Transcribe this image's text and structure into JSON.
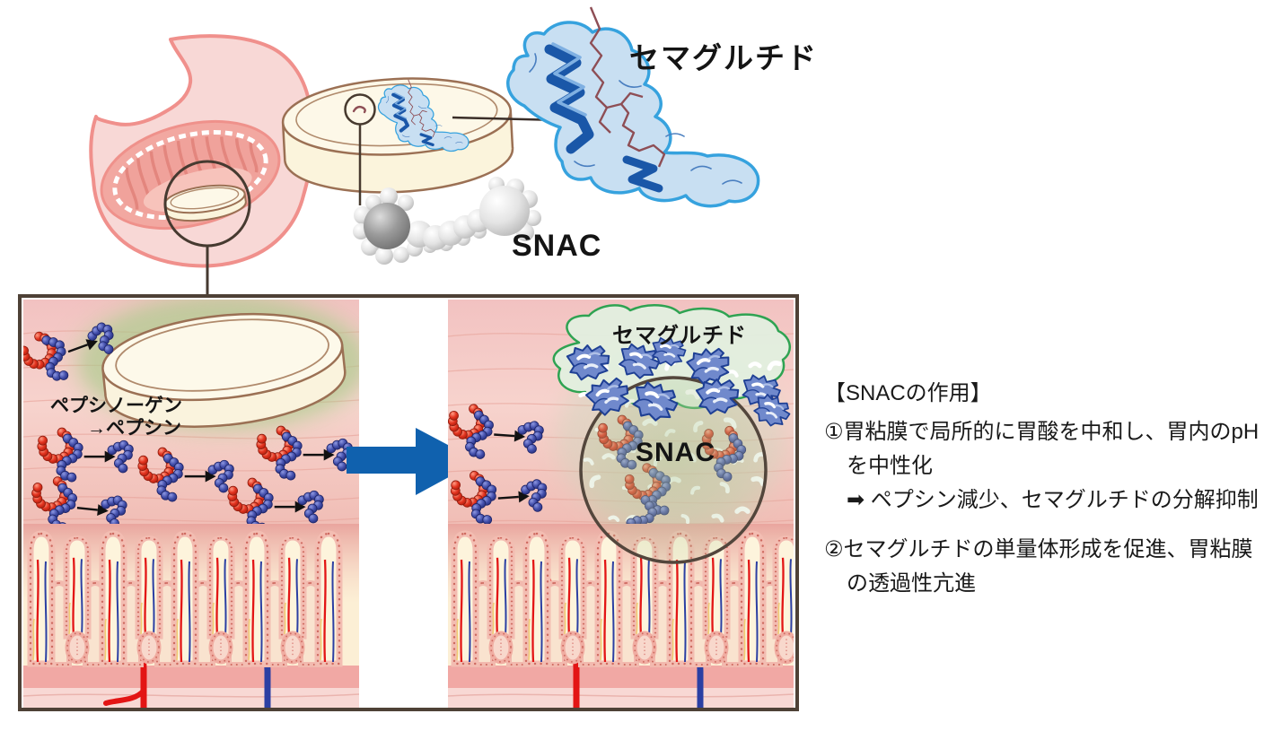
{
  "top_illustration": {
    "semaglutide_label": "セマグルチド",
    "snac_label": "SNAC"
  },
  "panel_left": {
    "pepsinogen_label_line1": "ペプシノーゲン",
    "pepsinogen_label_line2": "→ペプシン"
  },
  "panel_right": {
    "semaglutide_label": "セマグルチド",
    "snac_label": "SNAC"
  },
  "notes": {
    "title": "【SNACの作用】",
    "point1_line1": "①胃粘膜で局所的に胃酸を中和し、胃内のpH",
    "point1_line2": "を中性化",
    "point1_line3": "➡ ペプシン減少、セマグルチドの分解抑制",
    "point2_line1": "②セマグルチドの単量体形成を促進、胃粘膜",
    "point2_line2": "の透過性亢進"
  },
  "colors": {
    "arrow_blue": "#1061ae",
    "stomach_pink": "#f8d8d6",
    "stomach_outline": "#f0908c",
    "tablet_cream": "#fdf8e8",
    "tablet_outline": "#9b7054",
    "semaglutide_blue_fill": "#c8dff2",
    "semaglutide_blue_outline": "#36a2de",
    "helix_blue": "#1a57a8",
    "linker_brown": "#8e4e55",
    "green_blob_fill": "#e2efdf",
    "green_blob_outline": "#2fa352",
    "circle_outline": "#53463c",
    "pepsinogen_red": "#e33420",
    "pepsin_blue": "#4450ac",
    "panel_border": "#4e4136",
    "vessel_red": "#e31515",
    "vessel_blue": "#2b3fa3"
  }
}
